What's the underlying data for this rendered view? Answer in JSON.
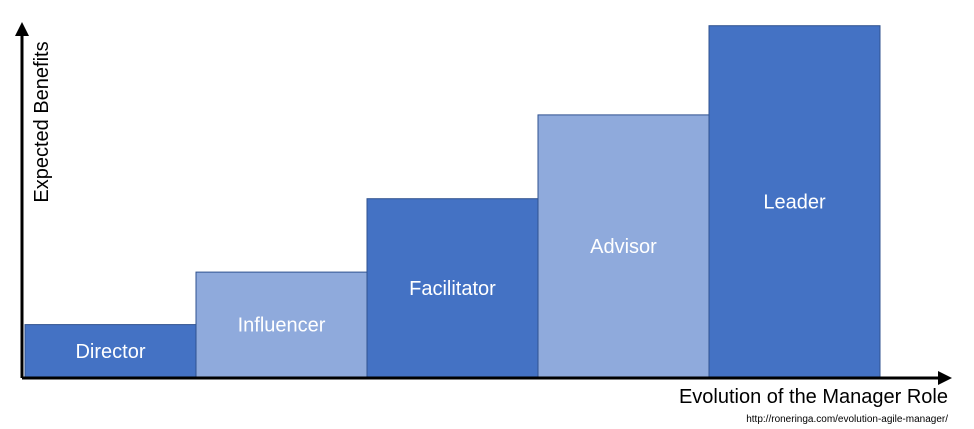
{
  "chart_data": {
    "type": "bar",
    "categories": [
      "Director",
      "Influencer",
      "Facilitator",
      "Advisor",
      "Leader"
    ],
    "values": [
      1,
      2,
      3.4,
      5,
      6.7
    ],
    "ylim": [
      0,
      7
    ],
    "xlabel": "Evolution of the Manager Role",
    "ylabel": "Expected Benefits",
    "grid": false,
    "legend": "none",
    "colors": [
      "#4472c4",
      "#8faadc",
      "#4472c4",
      "#8faadc",
      "#4472c4"
    ]
  },
  "source_url": "http://roneringa.com/evolution-agile-manager/"
}
